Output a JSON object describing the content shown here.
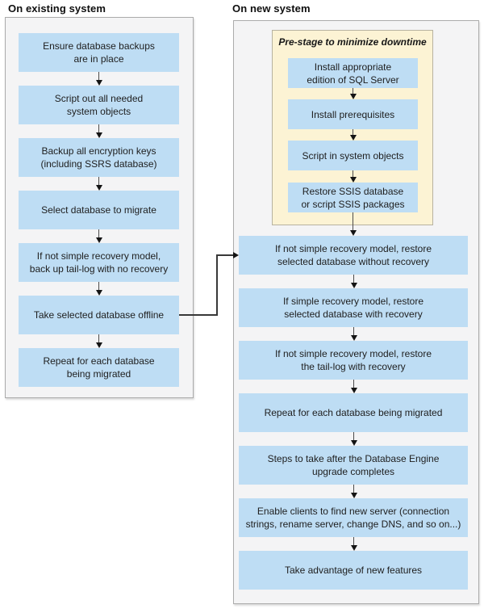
{
  "diagram": {
    "type": "flowchart",
    "subject": "SQL Server database migration from existing system to new system"
  },
  "columns": {
    "existing": {
      "title": "On existing system",
      "boxes": [
        {
          "label": "Ensure database backups\nare in place"
        },
        {
          "label": "Script out all needed\nsystem objects"
        },
        {
          "label": "Backup all encryption keys\n(including SSRS database)"
        },
        {
          "label": "Select database to migrate"
        },
        {
          "label": "If not simple recovery model,\nback up tail-log with no recovery"
        },
        {
          "label": "Take selected database offline"
        },
        {
          "label": "Repeat for each database\nbeing migrated"
        }
      ]
    },
    "new": {
      "title": "On new system",
      "prestage": {
        "title": "Pre-stage to minimize downtime",
        "boxes": [
          {
            "label": "Install appropriate\nedition of SQL Server"
          },
          {
            "label": "Install prerequisites"
          },
          {
            "label": "Script in system objects"
          },
          {
            "label": "Restore SSIS database\nor script SSIS packages"
          }
        ]
      },
      "boxes": [
        {
          "label": "If not simple recovery model, restore\nselected database without recovery"
        },
        {
          "label": "If simple recovery model, restore\nselected database with recovery"
        },
        {
          "label": "If not simple recovery model, restore\nthe tail-log with recovery"
        },
        {
          "label": "Repeat for each database being migrated"
        },
        {
          "label": "Steps to take after the Database Engine\nupgrade completes"
        },
        {
          "label": "Enable clients to find new server (connection\nstrings, rename server, change DNS, and so on...)"
        },
        {
          "label": "Take advantage of new features"
        }
      ]
    }
  },
  "connector": {
    "from": "Take selected database offline",
    "to": "If not simple recovery model, restore selected database without recovery"
  },
  "colors": {
    "step_fill": "#BEDDF4",
    "prestage_fill": "#FCF3D4",
    "prestage_border": "#B7B2A0",
    "panel_fill": "#F4F4F5",
    "panel_border": "#ABABAB",
    "arrow": "#141414",
    "text": "#1E1E1E"
  }
}
